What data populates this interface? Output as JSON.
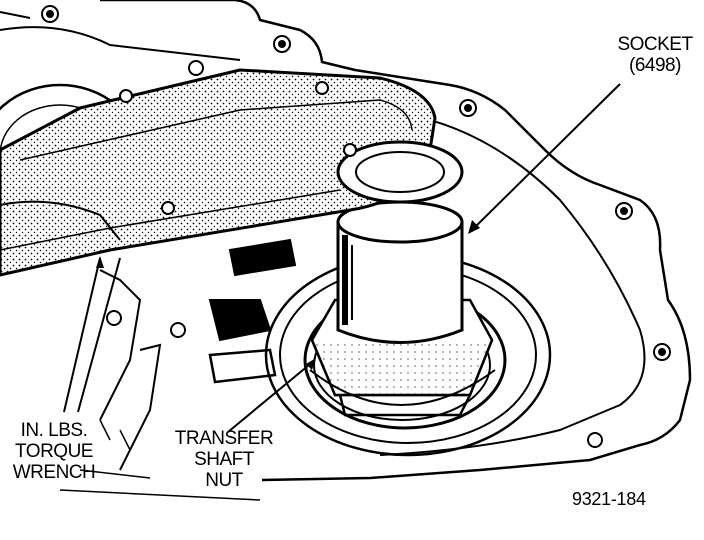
{
  "labels": {
    "socket": [
      "SOCKET",
      "(6498)"
    ],
    "torque_wrench": [
      "IN. LBS.",
      "TORQUE",
      "WRENCH"
    ],
    "transfer_shaft_nut": [
      "TRANSFER",
      "SHAFT",
      "NUT"
    ]
  },
  "figure_id": "9321-184",
  "colors": {
    "ink": "#000000",
    "paper": "#ffffff"
  }
}
